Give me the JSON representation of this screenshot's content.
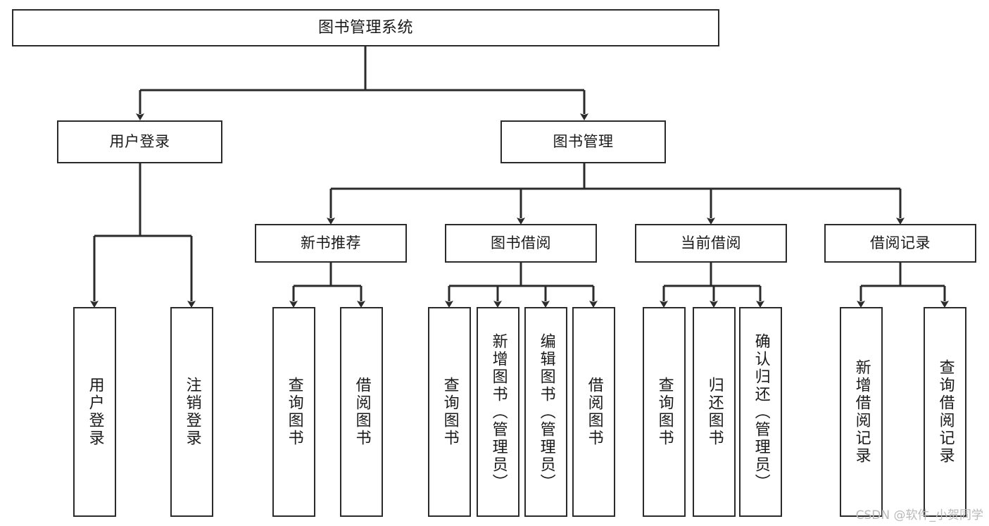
{
  "diagram": {
    "title": "图书管理系统",
    "type": "tree-hierarchy",
    "watermark": "CSDN @软件_小贺同学",
    "colors": {
      "box_border": "#2b2b2b",
      "box_fill": "#ffffff",
      "connector": "#2b2b2b",
      "watermark": "#b9b9b9",
      "background": "#ffffff"
    },
    "nodes": {
      "root": {
        "label": "图书管理系统"
      },
      "level2": [
        {
          "label": "用户登录"
        },
        {
          "label": "图书管理"
        }
      ],
      "level3": [
        {
          "label": "新书推荐"
        },
        {
          "label": "图书借阅"
        },
        {
          "label": "当前借阅"
        },
        {
          "label": "借阅记录"
        }
      ],
      "leaves": {
        "user_login": [
          {
            "label": "用户登录"
          },
          {
            "label": "注销登录"
          }
        ],
        "new_book_recommend": [
          {
            "label": "查询图书"
          },
          {
            "label": "借阅图书"
          }
        ],
        "book_borrow": [
          {
            "label": "查询图书"
          },
          {
            "label": "新增图书（管理员）"
          },
          {
            "label": "编辑图书（管理员）"
          },
          {
            "label": "借阅图书"
          }
        ],
        "current_borrow": [
          {
            "label": "查询图书"
          },
          {
            "label": "归还图书"
          },
          {
            "label": "确认归还（管理员）"
          }
        ],
        "borrow_record": [
          {
            "label": "新增借阅记录"
          },
          {
            "label": "查询借阅记录"
          }
        ]
      }
    }
  }
}
